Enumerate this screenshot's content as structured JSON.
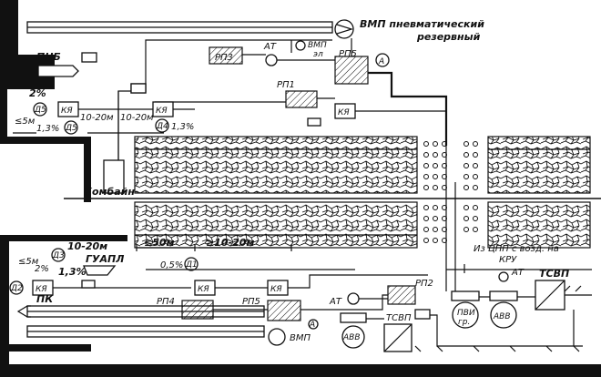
{
  "labels": {
    "vmp_top": "ВМП пневматический",
    "vmp_top2": "резервный",
    "vmp_small": "ВМП",
    "vmp_small_sub": "эл",
    "pnb": "ПНБ",
    "rp3": "РП3",
    "at_top": "АТ",
    "rp5_top": "РП5",
    "a_top": "А",
    "rp1": "РП1",
    "kya_top_mid": "КЯ",
    "kya_left1": "КЯ",
    "kya_left2": "КЯ",
    "pct_2_top": "2%",
    "d5_top": "Д5",
    "le5m_top": "≤5м",
    "pct_13_left": "1,3%",
    "d5_left": "Д5",
    "d10_20_a": "10-20м",
    "d10_20_b": "10-20м",
    "d4_top": "Д4",
    "pct_13_mid": "1,3%",
    "combine": "Комбайн",
    "le50m": "≤50м",
    "ge10_20m": "≥10-20м",
    "pct_05": "0,5%",
    "d1": "Д1",
    "from_tsp": "Из ЦПП с возд. на",
    "from_tsp2": "КРУ",
    "le5m_bot": "≤5м",
    "d3_bot": "Д3",
    "d10_20_c": "10-20м",
    "guapl": "ГУАПЛ",
    "pct_2_bot": "2%",
    "pct_13_bot": "1,3%",
    "d2": "Д2",
    "kya_bot": "КЯ",
    "pk": "ПК",
    "rp4": "РП4",
    "kya_bot2": "КЯ",
    "rp5_bot": "РП5",
    "kya_bot3": "КЯ",
    "at_bot": "АТ",
    "rp2": "РП2",
    "a_bot": "А",
    "vmp_bot": "ВМП",
    "abv_left": "АВВ",
    "tsvp_left": "ТСВП",
    "pvi": "ПВИ",
    "pvi2": "гр.",
    "abv_mid": "АВВ",
    "at_right": "АТ",
    "tsvp_right": "ТСВП"
  }
}
